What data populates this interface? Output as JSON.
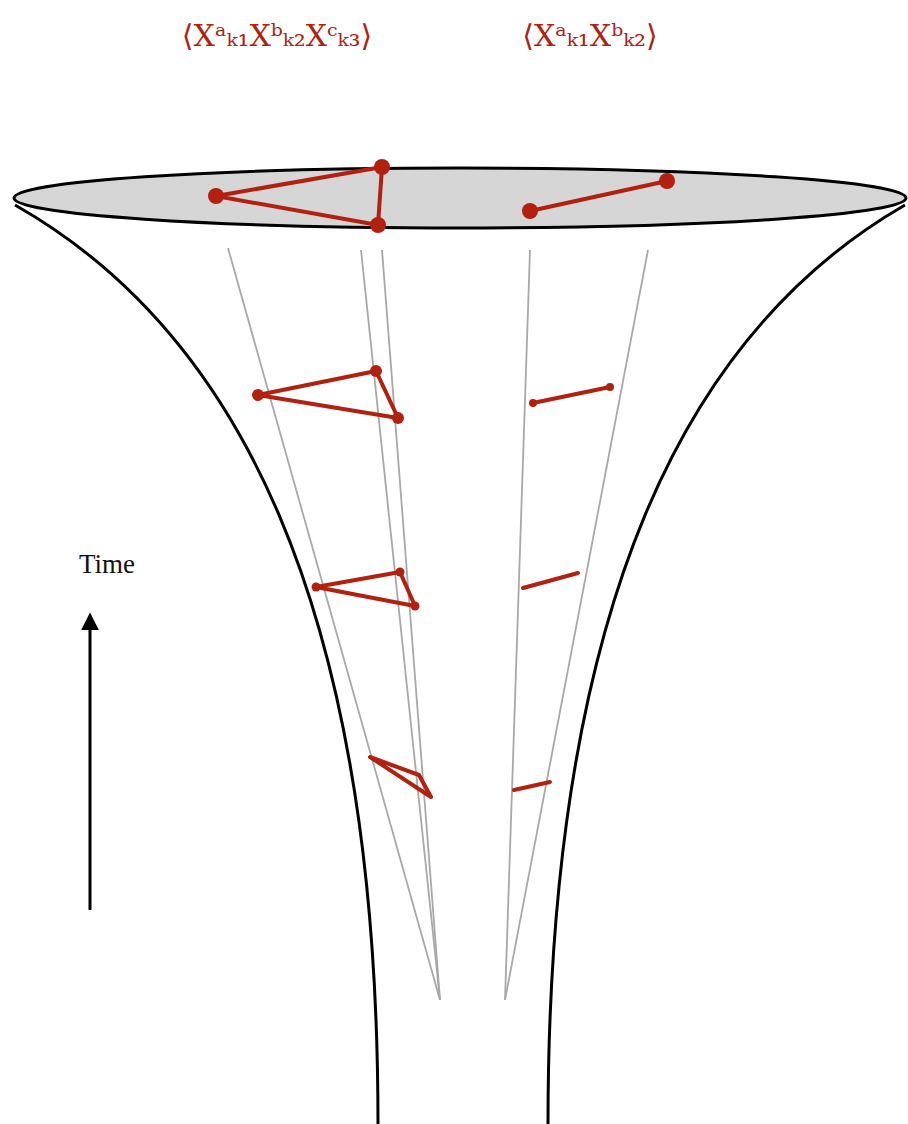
{
  "diagram": {
    "labels": [
      "⟨Xᵃₖ₁Xᵇₖ₂Xᶜₖ₃⟩",
      "⟨Xᵃₖ₁Xᵇₖ₂⟩",
      "Time"
    ]
  }
}
